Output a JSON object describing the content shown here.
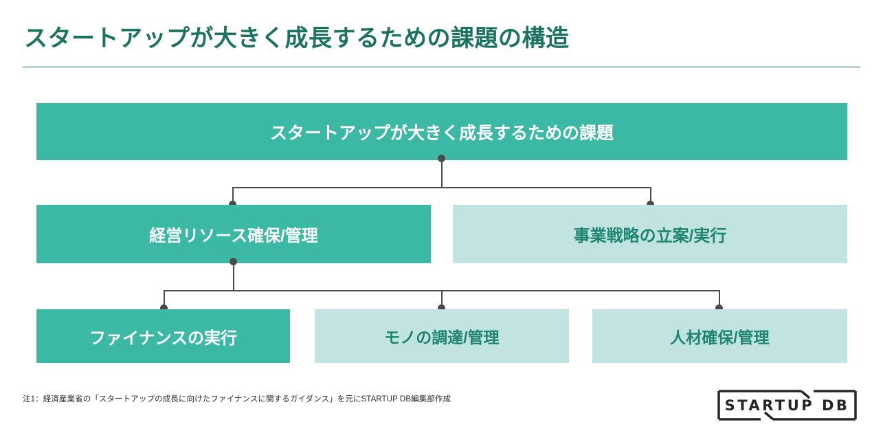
{
  "header": {
    "title": "スタートアップが大きく成長するための課題の構造",
    "title_color": "#1a7360",
    "rule_color": "#1a7360"
  },
  "colors": {
    "accent_filled": "#3cb9a4",
    "accent_light": "#c2e4e0",
    "light_text": "#1e8573",
    "connector": "#4a4a4a",
    "white_text": "#ffffff"
  },
  "diagram": {
    "type": "tree",
    "levels": [
      {
        "level": 0,
        "nodes": [
          {
            "id": "root",
            "label": "スタートアップが大きく成長するための課題",
            "style": "filled"
          }
        ]
      },
      {
        "level": 1,
        "nodes": [
          {
            "id": "l1-a",
            "label": "経営リソース確保/管理",
            "style": "filled"
          },
          {
            "id": "l1-b",
            "label": "事業戦略の立案/実行",
            "style": "light"
          }
        ]
      },
      {
        "level": 2,
        "nodes": [
          {
            "id": "l2-a",
            "label": "ファイナンスの実行",
            "style": "filled"
          },
          {
            "id": "l2-b",
            "label": "モノの調達/管理",
            "style": "light"
          },
          {
            "id": "l2-c",
            "label": "人材確保/管理",
            "style": "light"
          }
        ]
      }
    ],
    "edges": [
      {
        "from": "root",
        "to": "l1-a"
      },
      {
        "from": "root",
        "to": "l1-b"
      },
      {
        "from": "l1-a",
        "to": "l2-a"
      },
      {
        "from": "l1-a",
        "to": "l2-b"
      },
      {
        "from": "l1-a",
        "to": "l2-c"
      }
    ]
  },
  "footer": {
    "note": "注1：経済産業省の「スタートアップの成長に向けたファイナンスに関するガイダンス」を元にSTARTUP DB編集部作成",
    "logo_text": "STARTUP DB"
  }
}
